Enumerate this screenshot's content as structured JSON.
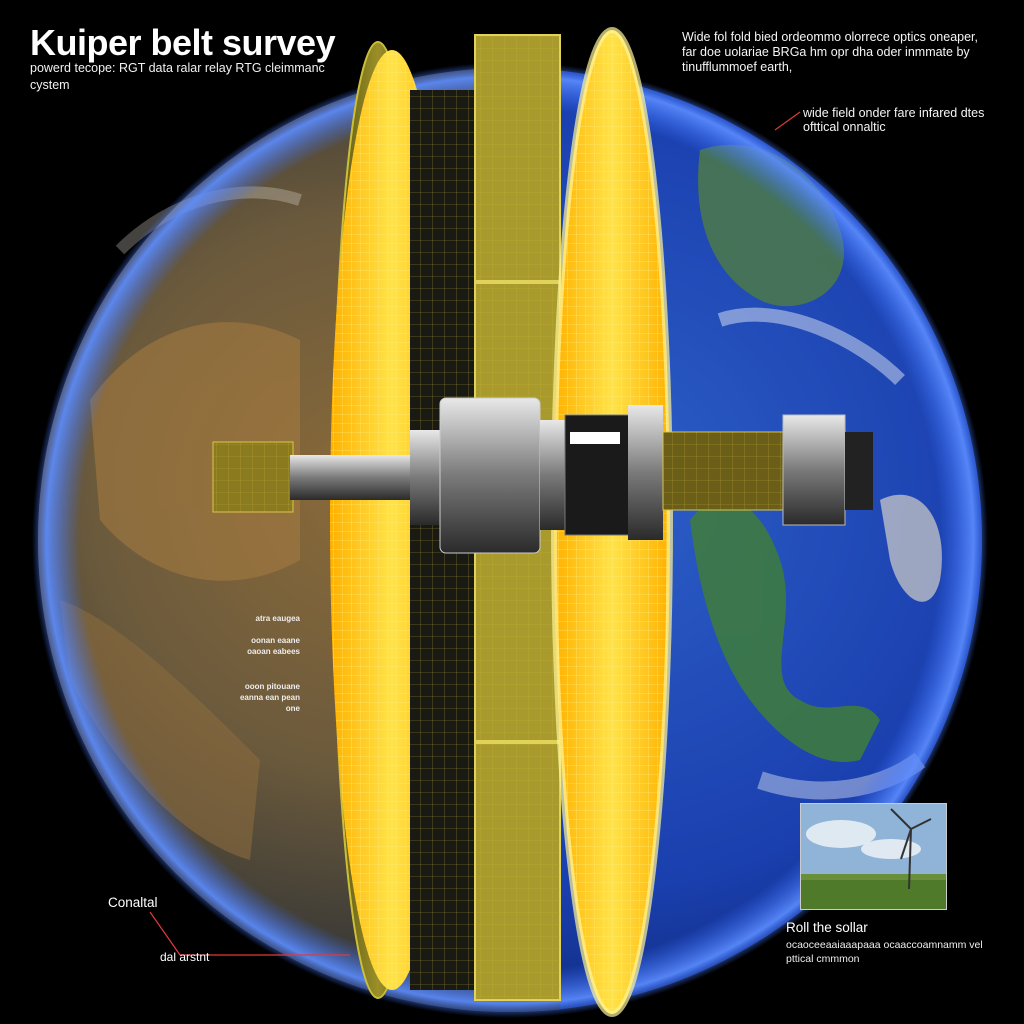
{
  "title": "Kuiper belt survey",
  "subtitle": "powerd tecope: RGT data ralar relay RTG cleimmanc cystem",
  "top_right_caption": "Wide fol fold bied ordeommo olorrece optics oneaper, far doe uolariae BRGa hm opr dha oder inmmate by tinufflummoef earth,",
  "right_label": "wide field onder fare infared dtes ofttical onnaltic",
  "mid_labels": [
    "atra eaugea",
    "oonan eaane oaoan eabees",
    "ooon pitouane eanna ean pean one"
  ],
  "left_label_1": "Conaltal",
  "left_label_2": "dal arstnt",
  "inset_title": "Roll the sollar",
  "inset_desc": "ocaoceeaaiaaapaaa ocaaccoamnamm vel pttical cmmmon",
  "icons": [
    "earth-globe-icon",
    "wind-turbine-icon"
  ],
  "colors": {
    "accent": "#ffd400",
    "callout": "#e23a3a",
    "ocean": "#1a3fae"
  }
}
